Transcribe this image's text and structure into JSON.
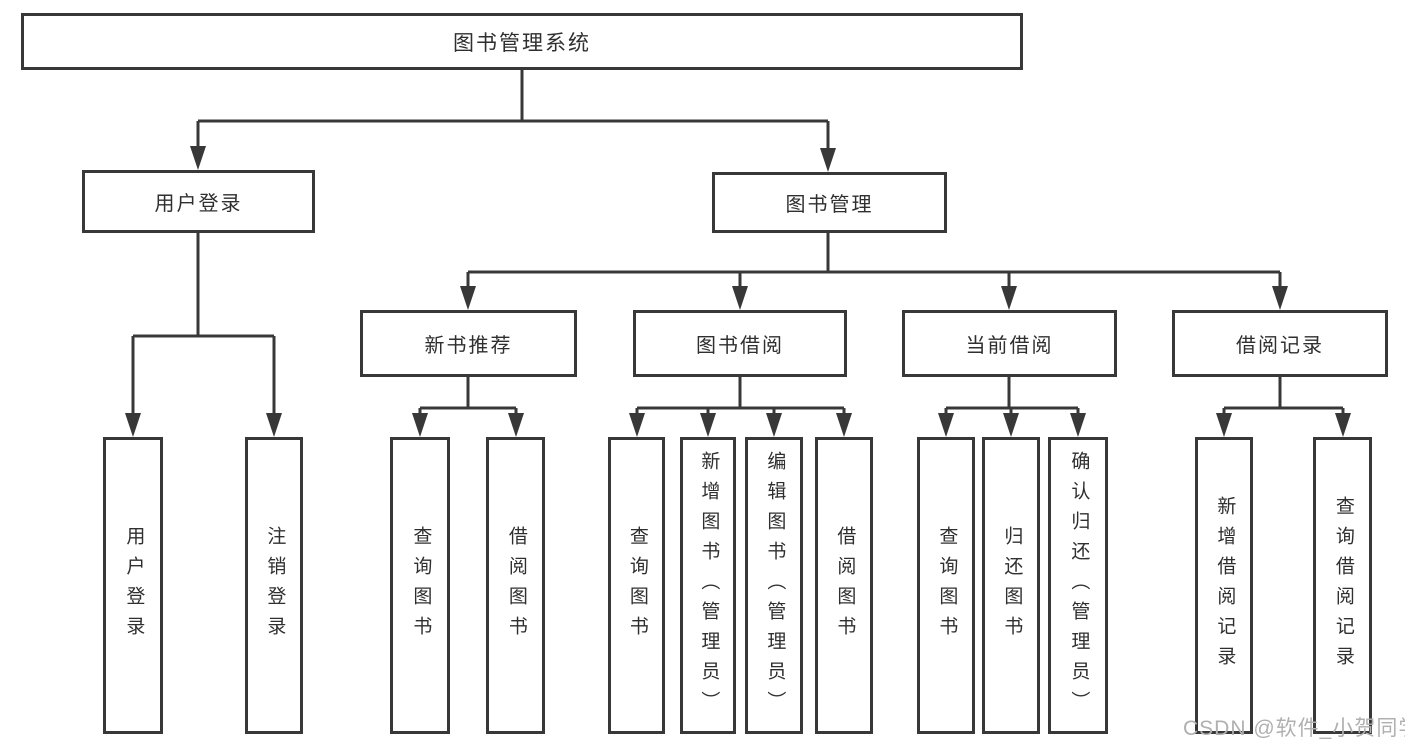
{
  "nodes": {
    "root": {
      "label": "图书管理系统"
    },
    "user_login": {
      "label": "用户登录"
    },
    "book_management": {
      "label": "图书管理"
    },
    "new_book_recommend": {
      "label": "新书推荐"
    },
    "book_borrow": {
      "label": "图书借阅"
    },
    "current_borrow": {
      "label": "当前借阅"
    },
    "borrow_records": {
      "label": "借阅记录"
    },
    "ul_user_login": {
      "label": "用户登录"
    },
    "ul_logout": {
      "label": "注销登录"
    },
    "nbr_query_books": {
      "label": "查询图书"
    },
    "nbr_borrow_books": {
      "label": "借阅图书"
    },
    "bb_query_books": {
      "label": "查询图书"
    },
    "bb_add_books": {
      "label": "新增图书（管理员）"
    },
    "bb_edit_books": {
      "label": "编辑图书（管理员）"
    },
    "bb_borrow_books": {
      "label": "借阅图书"
    },
    "cb_query_books": {
      "label": "查询图书"
    },
    "cb_return_books": {
      "label": "归还图书"
    },
    "cb_confirm_return": {
      "label": "确认归还（管理员）"
    },
    "br_add_record": {
      "label": "新增借阅记录"
    },
    "br_query_record": {
      "label": "查询借阅记录"
    }
  },
  "hierarchy": {
    "图书管理系统": [
      "用户登录",
      "图书管理"
    ],
    "用户登录": [
      "用户登录",
      "注销登录"
    ],
    "图书管理": [
      "新书推荐",
      "图书借阅",
      "当前借阅",
      "借阅记录"
    ],
    "新书推荐": [
      "查询图书",
      "借阅图书"
    ],
    "图书借阅": [
      "查询图书",
      "新增图书（管理员）",
      "编辑图书（管理员）",
      "借阅图书"
    ],
    "当前借阅": [
      "查询图书",
      "归还图书",
      "确认归还（管理员）"
    ],
    "借阅记录": [
      "新增借阅记录",
      "查询借阅记录"
    ]
  },
  "watermark": {
    "text": "CSDN @软件_小贺同学"
  },
  "colors": {
    "line": "#383838",
    "box_border": "#383838",
    "box_fill": "#ffffff",
    "text": "#2f2f2f",
    "watermark": "#b0b0b0",
    "background": "#ffffff"
  }
}
